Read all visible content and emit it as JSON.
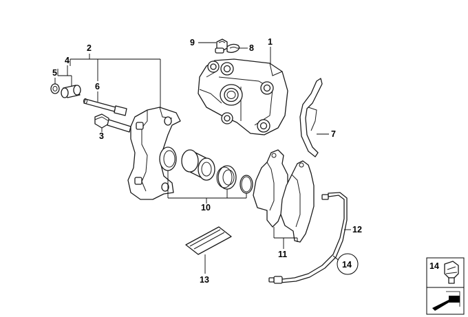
{
  "callouts": {
    "c1": "1",
    "c2": "2",
    "c3": "3",
    "c4": "4",
    "c5": "5",
    "c6": "6",
    "c7": "7",
    "c8": "8",
    "c9": "9",
    "c10": "10",
    "c11": "11",
    "c12": "12",
    "c13": "13",
    "c14": "14",
    "c14_inset": "14"
  },
  "colors": {
    "line": "#1a1a1a",
    "background": "#ffffff"
  }
}
